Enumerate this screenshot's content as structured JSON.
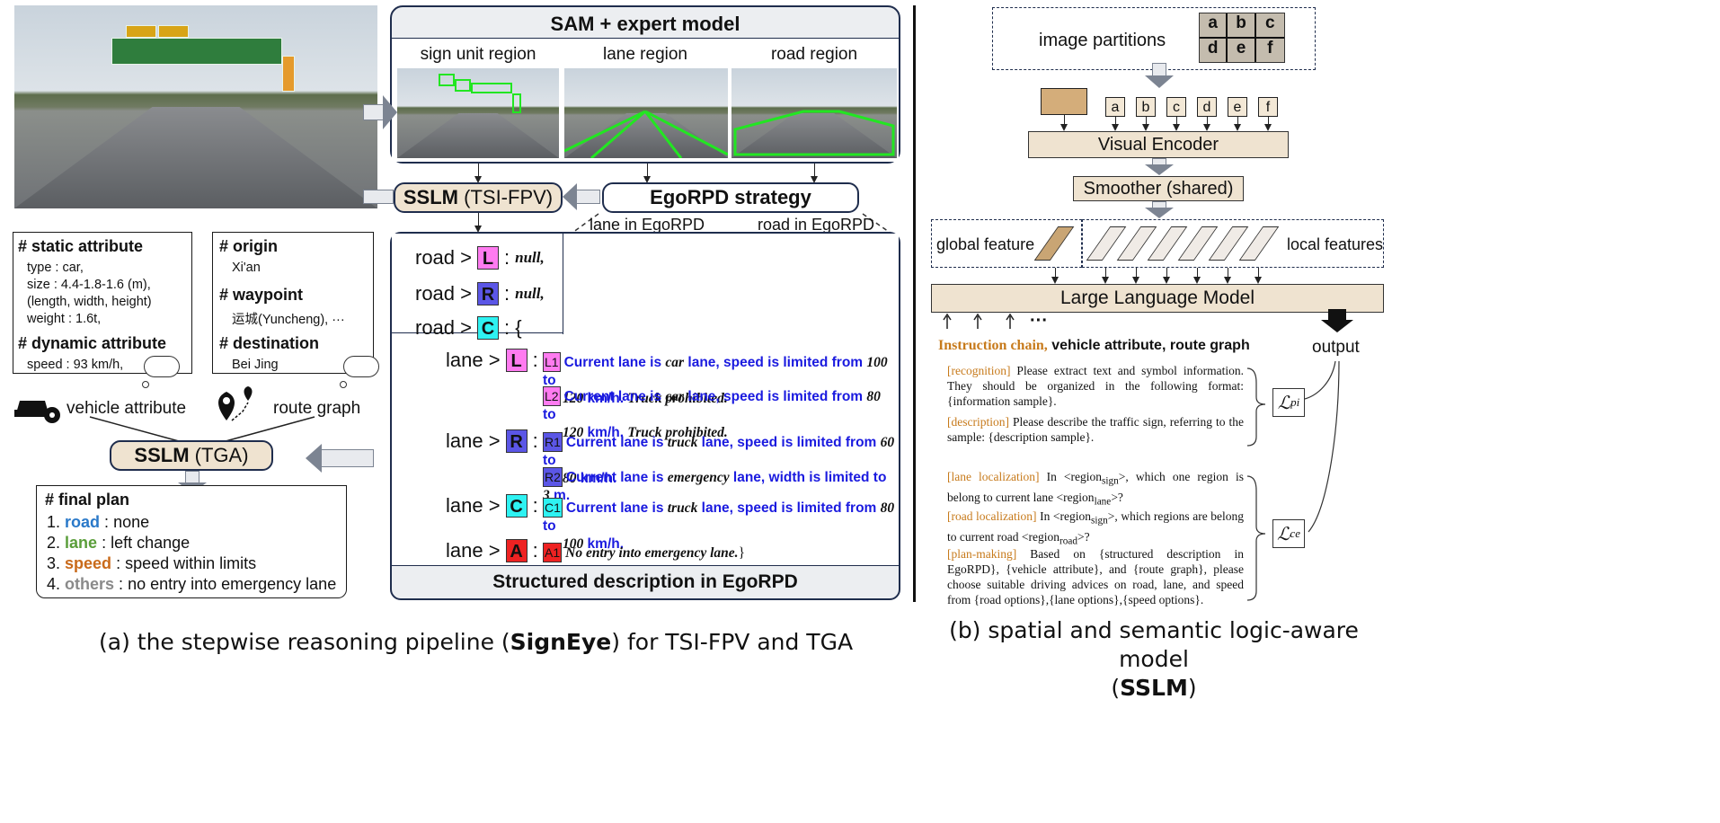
{
  "left": {
    "sam_title": "SAM + expert model",
    "regions": [
      "sign unit region",
      "lane region",
      "road region"
    ],
    "sslm_tsi": "SSLM",
    "sslm_tsi_sub": "(TSI-FPV)",
    "egorpd": "EgoRPD strategy",
    "ego_lane": "lane in EgoRPD",
    "ego_road": "road in EgoRPD",
    "poly_labels": [
      "L",
      "C",
      "R",
      "C"
    ],
    "static_hdr": "# static attribute",
    "static_lines": [
      "type : car,",
      "size : 4.4-1.8-1.6 (m),",
      "(length, width, height)",
      "weight : 1.6t,"
    ],
    "dynamic_hdr": "# dynamic attribute",
    "dynamic_lines": [
      "speed : 93 km/h,"
    ],
    "origin_hdr": "# origin",
    "origin_val": "Xi'an",
    "waypoint_hdr": "# waypoint",
    "waypoint_val": "运城(Yuncheng), ···",
    "dest_hdr": "# destination",
    "dest_val": "Bei Jing",
    "vehicle_attr": "vehicle attribute",
    "route_graph": "route graph",
    "sslm_tga": "SSLM",
    "sslm_tga_sub": "(TGA)",
    "final_hdr": "# final plan",
    "plan": [
      {
        "n": "1.",
        "key": "road",
        "sep": " : ",
        "val": "none",
        "color": "#2a79c9"
      },
      {
        "n": "2.",
        "key": "lane",
        "sep": " : ",
        "val": "left change",
        "color": "#5a9e3a"
      },
      {
        "n": "3.",
        "key": "speed",
        "sep": " : ",
        "val": "speed within limits",
        "color": "#c96a1a"
      },
      {
        "n": "4.",
        "key": "others",
        "sep": " : ",
        "val": "no entry into emergency lane",
        "color": "#8a8a8a"
      }
    ],
    "road_rows": [
      {
        "pre": "road >",
        "tag": "L",
        "post": ": ",
        "val": "null,"
      },
      {
        "pre": "road >",
        "tag": "R",
        "post": ": ",
        "val": "null,"
      },
      {
        "pre": "road >",
        "tag": "C",
        "post": ": {",
        "val": ""
      }
    ],
    "lane_pre": "lane >",
    "desc": [
      {
        "id": "L1",
        "a": "Current lane is ",
        "b": "car",
        "c": " lane, speed is limited from ",
        "d": "100",
        "e": " to",
        "f": "120",
        "g": " km/h. ",
        "h": "Truck prohibited."
      },
      {
        "id": "L2",
        "a": "Current lane is ",
        "b": "car",
        "c": " lane, speed is limited from ",
        "d": "80",
        "e": " to",
        "f": "120",
        "g": " km/h. ",
        "h": "Truck prohibited."
      },
      {
        "id": "R1",
        "a": "Current lane is ",
        "b": "truck",
        "c": " lane, speed is limited from ",
        "d": "60",
        "e": " to",
        "f": "80",
        "g": " km/h.",
        "h": ""
      },
      {
        "id": "R2",
        "a": "Current lane is ",
        "b": "emergency",
        "c": " lane, width is limited to ",
        "d": "3",
        "e": " m.",
        "f": "",
        "g": "",
        "h": ""
      },
      {
        "id": "C1",
        "a": "Current lane is ",
        "b": "truck",
        "c": " lane, speed is limited from ",
        "d": "80",
        "e": " to",
        "f": "100",
        "g": " km/h.",
        "h": ""
      },
      {
        "id": "A1",
        "a": "",
        "b": "No entry into emergency lane.",
        "c": "}",
        "d": "",
        "e": "",
        "f": "",
        "g": "",
        "h": ""
      }
    ],
    "lane_tags": [
      "L",
      "R",
      "C",
      "A"
    ],
    "struct_footer": "Structured description in EgoRPD",
    "caption_pre": "(a) the stepwise reasoning pipeline (",
    "caption_bold": "SignEye",
    "caption_post": ") for TSI-FPV and TGA"
  },
  "right": {
    "image_partitions": "image partitions",
    "grid": [
      "a",
      "b",
      "c",
      "d",
      "e",
      "f"
    ],
    "cells": [
      "a",
      "b",
      "c",
      "d",
      "e",
      "f"
    ],
    "visual_encoder": "Visual Encoder",
    "smoother": "Smoother (shared)",
    "global_feature": "global feature",
    "local_features": "local features",
    "llm": "Large Language Model",
    "dots": "···",
    "output": "output",
    "chain_title": "Instruction chain,",
    "chain_rest": " vehicle attribute, route graph",
    "instr": [
      {
        "tag": "[recognition]",
        "text": " Please extract text and symbol information. They should be organized in  the following format: {information sample}."
      },
      {
        "tag": "[description]",
        "text": " Please describe the traffic sign, referring to the sample: {description sample}."
      },
      {
        "tag": "[lane localization]",
        "text": " In <region",
        "sub": "sign",
        "text2": ">, which one region is belong to current lane <region",
        "sub2": "lane",
        "text3": ">?"
      },
      {
        "tag": "[road localization]",
        "text": " In <region",
        "sub": "sign",
        "text2": ">, which regions are belong to current road <region",
        "sub2": "road",
        "text3": ">?"
      },
      {
        "tag": "[plan-making]",
        "text": " Based on {structured description in EgoRPD}, {vehicle attribute}, and {route graph}, please choose suitable driving advices on road, lane, and speed from {road options},{lane options},{speed options}."
      }
    ],
    "loss_pi": "ℒ",
    "loss_pi_sub": "pi",
    "loss_ce": "ℒ",
    "loss_ce_sub": "ce",
    "caption_line1": "(b) spatial and semantic logic-aware model",
    "caption_open": "(",
    "caption_bold": "SSLM",
    "caption_close": ")"
  }
}
